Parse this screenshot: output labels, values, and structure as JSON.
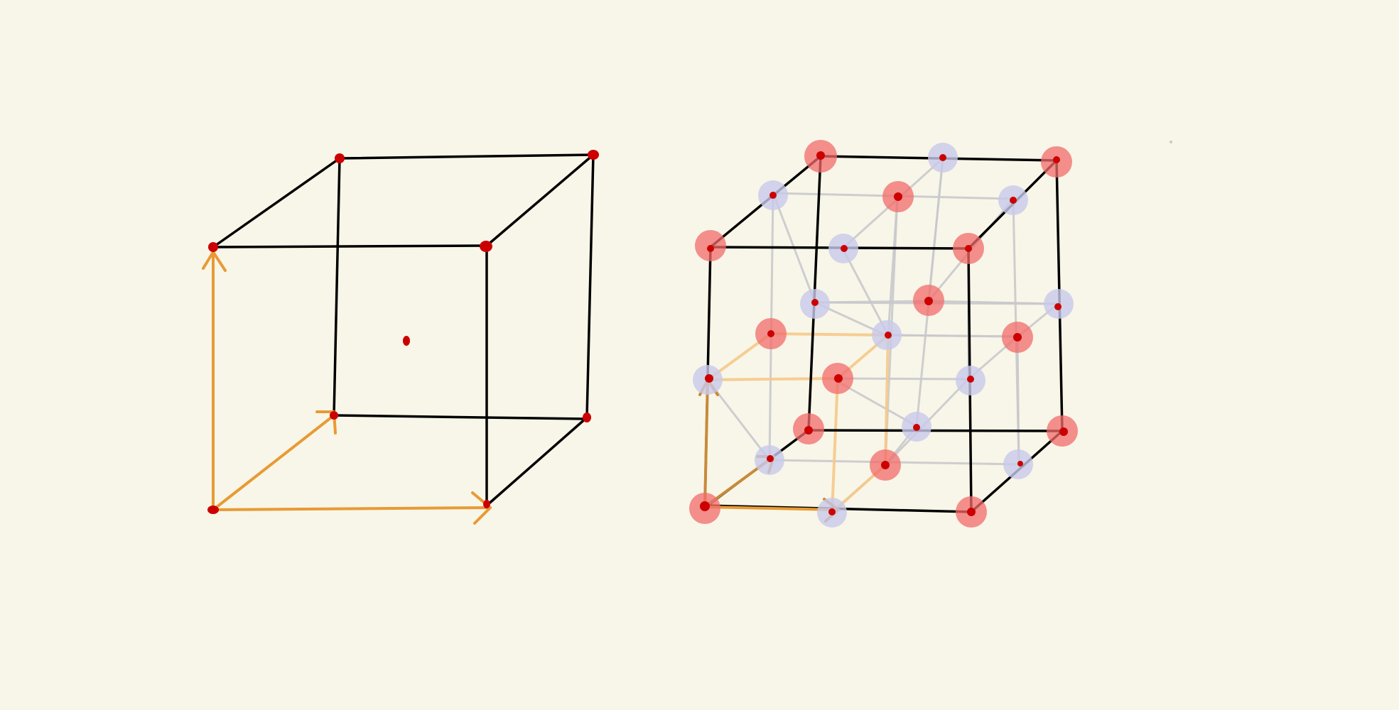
{
  "canvas": {
    "background": "#f8f6e8"
  },
  "palette": {
    "edge": "#000000",
    "vector": "#e89a35",
    "vector_faded": "#f5c98a",
    "lattice_point": "#cc0000",
    "halo_type_a": "#f26b6b",
    "halo_type_b": "#c8c9ea",
    "grid_line": "#c9c9cc"
  },
  "diagrams": [
    {
      "name": "primitive-cubic-cell",
      "description_free": true,
      "features": [
        "cube-edges",
        "corner-points",
        "body-center-point",
        "basis-vectors-3"
      ]
    },
    {
      "name": "rock-salt-2x2x2-lattice",
      "features": [
        "cube-edges",
        "red-halo-sites",
        "blue-halo-sites",
        "internal-grid",
        "basis-vectors-3",
        "sub-cell-outline"
      ]
    }
  ]
}
